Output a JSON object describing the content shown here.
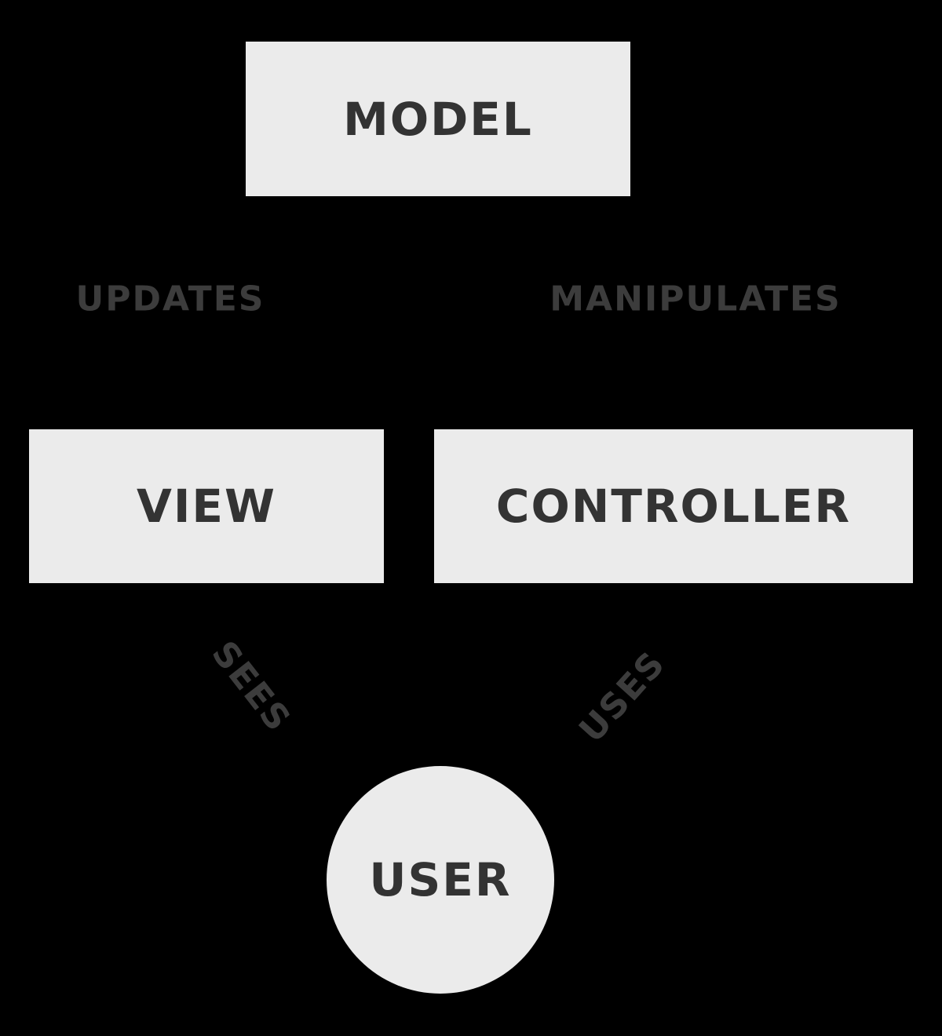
{
  "background": "#000000",
  "colors": {
    "node_fill": "#EBEBEB",
    "node_text": "#333333",
    "edge_label": "#3C3C3C"
  },
  "nodes": {
    "model": {
      "label": "MODEL",
      "shape": "rectangle"
    },
    "view": {
      "label": "VIEW",
      "shape": "rectangle"
    },
    "controller": {
      "label": "CONTROLLER",
      "shape": "rectangle"
    },
    "user": {
      "label": "USER",
      "shape": "circle"
    }
  },
  "edges": {
    "updates": {
      "label": "UPDATES"
    },
    "manipulates": {
      "label": "MANIPULATES"
    },
    "sees": {
      "label": "SEES"
    },
    "uses": {
      "label": "USES"
    }
  }
}
